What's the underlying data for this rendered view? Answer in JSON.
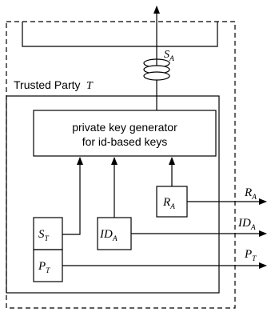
{
  "outer_system": {
    "label": ""
  },
  "trusted_party": {
    "label": "Trusted Party",
    "symbol": "T"
  },
  "generator": {
    "line1": "private key generator",
    "line2": "for id-based keys"
  },
  "blocks": {
    "st": {
      "base": "S",
      "sub": "T"
    },
    "pt": {
      "base": "P",
      "sub": "T"
    },
    "ida": {
      "base": "ID",
      "sub": "A"
    },
    "ra": {
      "base": "R",
      "sub": "A"
    }
  },
  "outputs": {
    "sa": {
      "base": "S",
      "sub": "A"
    },
    "ra": {
      "base": "R",
      "sub": "A"
    },
    "ida": {
      "base": "ID",
      "sub": "A"
    },
    "pt": {
      "base": "P",
      "sub": "T"
    }
  },
  "colors": {
    "stroke": "#000000",
    "background": "#ffffff"
  }
}
